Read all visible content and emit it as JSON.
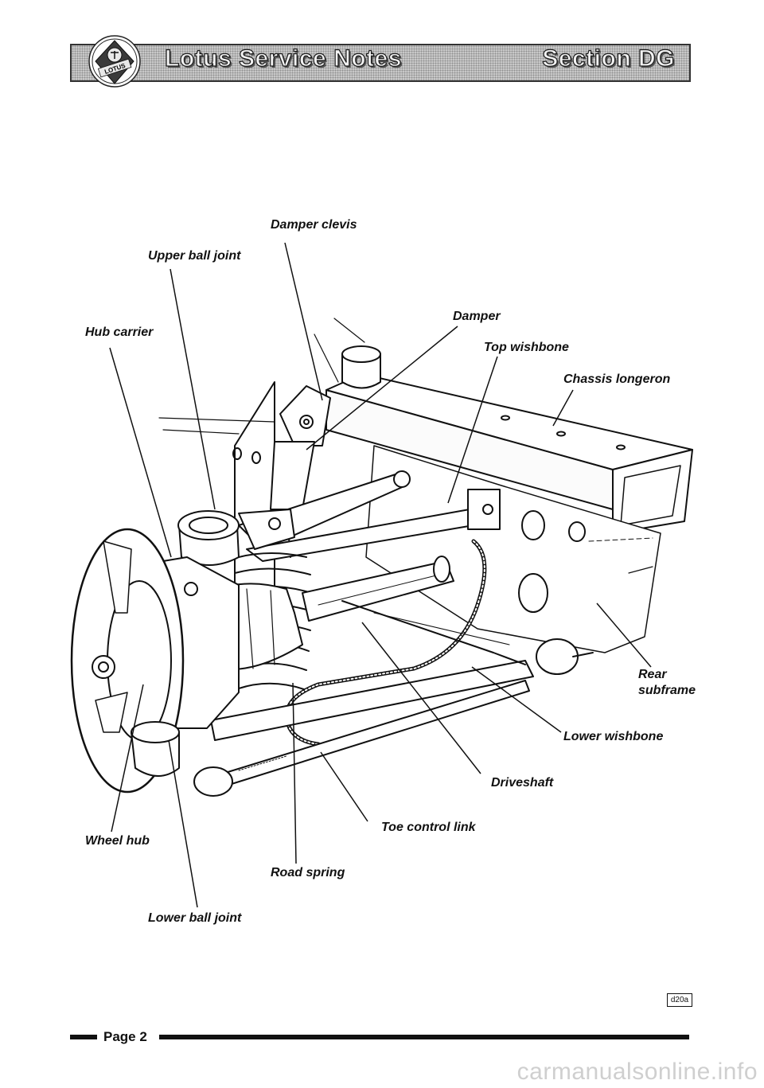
{
  "header": {
    "title": "Lotus Service Notes",
    "section": "Section DG",
    "logo_text": "LOTUS"
  },
  "callouts": {
    "damper_clevis": "Damper clevis",
    "upper_ball_joint": "Upper ball joint",
    "hub_carrier": "Hub carrier",
    "damper": "Damper",
    "top_wishbone": "Top wishbone",
    "chassis_longeron": "Chassis longeron",
    "rear": "Rear",
    "subframe": "subframe",
    "lower_wishbone": "Lower wishbone",
    "driveshaft": "Driveshaft",
    "toe_control_link": "Toe control link",
    "wheel_hub": "Wheel hub",
    "road_spring": "Road spring",
    "lower_ball_joint": "Lower ball joint"
  },
  "figure_ref": "d20a",
  "footer": {
    "page": "Page 2"
  },
  "watermark": "carmanualsonline.info"
}
